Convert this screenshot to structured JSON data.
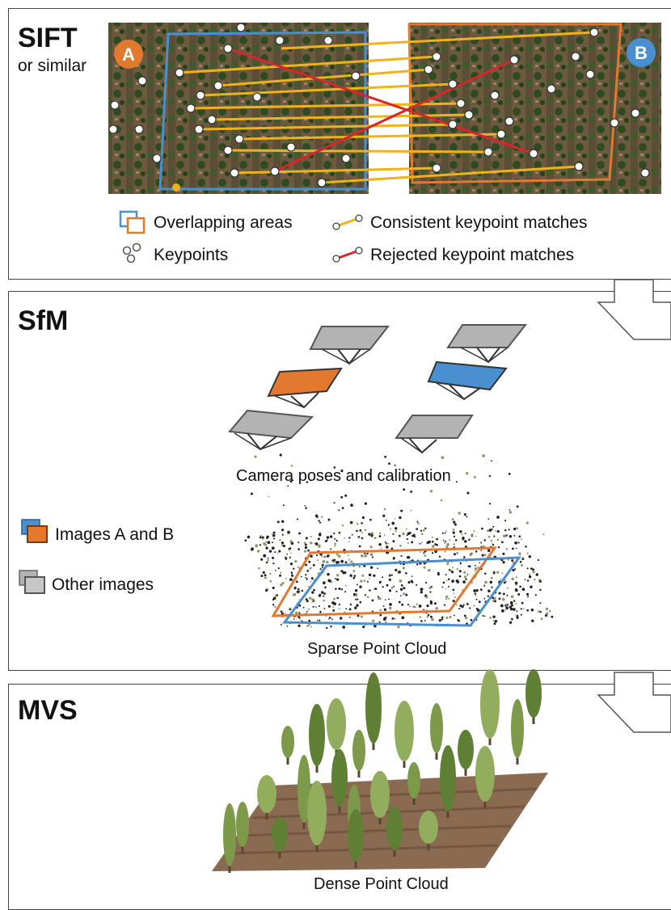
{
  "sift": {
    "title": "SIFT",
    "subtitle": "or similar",
    "badge_a": "A",
    "badge_b": "B",
    "legend": {
      "overlap": "Overlapping areas",
      "keypoints": "Keypoints",
      "consistent": "Consistent keypoint matches",
      "rejected": "Rejected keypoint matches"
    }
  },
  "sfm": {
    "title": "SfM",
    "camera_caption": "Camera poses and calibration",
    "sparse_caption": "Sparse Point Cloud",
    "legend": {
      "images_ab": "Images A and B",
      "other": "Other images"
    }
  },
  "mvs": {
    "title": "MVS",
    "dense_caption": "Dense Point Cloud"
  },
  "colors": {
    "orange": "#e2792f",
    "blue": "#4a8fd0",
    "gold": "#f0b21a",
    "red": "#d8262a",
    "gray": "#b3b3b3"
  }
}
